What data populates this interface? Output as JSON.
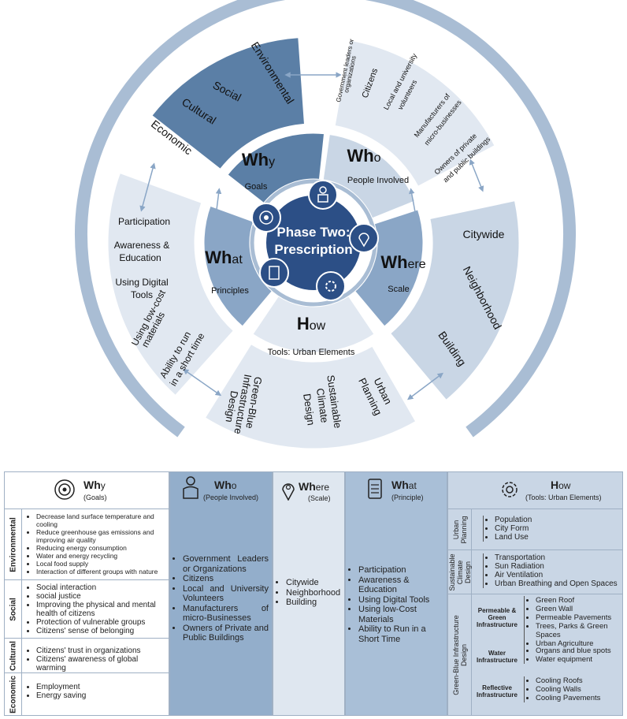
{
  "center": {
    "line1": "Phase Two:",
    "line2": "Prescription"
  },
  "wheel": {
    "why": {
      "head": "Wh",
      "tail": "y",
      "sub": "Goals",
      "outer": [
        "Economic",
        "Cultural",
        "Social",
        "Environmental"
      ]
    },
    "who": {
      "head": "Wh",
      "tail": "o",
      "sub": "People Involved",
      "outer": [
        "Government leaders or",
        "organizations",
        "Citizens",
        "Local and university",
        "volunteers",
        "Manufacturers of",
        "micro-businesses",
        "Owners of private",
        "and public buildings"
      ]
    },
    "where": {
      "head": "Wh",
      "tail": "ere",
      "sub": "Scale",
      "outer": [
        "Citywide",
        "Neighborhood",
        "Building"
      ]
    },
    "how": {
      "head": "H",
      "tail": "ow",
      "sub": "Tools: Urban Elements",
      "outer": [
        "Urban",
        "Planning",
        "Sustainable",
        "Climate",
        "Design",
        "Green-Blue",
        "Infrastructure",
        "Design"
      ]
    },
    "what": {
      "head": "Wh",
      "tail": "at",
      "sub": "Principles",
      "outer": [
        "Participation",
        "Awareness &",
        "Education",
        "Using Digital",
        "Tools",
        "Using  low-cost",
        "materials",
        "Ability to run",
        "in a short time"
      ]
    }
  },
  "table": {
    "why": {
      "head": "Wh",
      "tail": "y",
      "sub": "(Goals)",
      "groups": [
        {
          "label": "Environmental",
          "items": [
            "Decrease land surface temperature and cooling",
            "Reduce greenhouse gas emissions and improving air quality",
            "Reducing energy consumption",
            "Water and energy recycling",
            "Local food supply",
            "Interaction of different groups with nature"
          ]
        },
        {
          "label": "Social",
          "items": [
            "Social interaction",
            "social justice",
            "Improving the physical and mental health of citizens",
            "Protection of vulnerable groups",
            "Citizens' sense of belonging"
          ]
        },
        {
          "label": "Cultural",
          "items": [
            "Citizens' trust in organizations",
            "Citizens' awareness of global warming"
          ]
        },
        {
          "label": "Economic",
          "items": [
            "Employment",
            "Energy saving"
          ]
        }
      ]
    },
    "who": {
      "head": "Wh",
      "tail": "o",
      "sub": "(People Involved)",
      "items": [
        "Government Leaders or Organizations",
        "Citizens",
        "Local and University Volunteers",
        "Manufacturers of micro-Businesses",
        "Owners of Private and Public Buildings"
      ]
    },
    "where": {
      "head": "Wh",
      "tail": "ere",
      "sub": "(Scale)",
      "items": [
        "Citywide",
        "Neighborhood",
        "Building"
      ]
    },
    "what": {
      "head": "Wh",
      "tail": "at",
      "sub": "(Principle)",
      "items": [
        "Participation",
        "Awareness & Education",
        "Using Digital Tools",
        "Using low-Cost Materials",
        "Ability to Run in a Short Time"
      ]
    },
    "how": {
      "head": "H",
      "tail": "ow",
      "sub": "(Tools: Urban Elements)",
      "groups": [
        {
          "label": "Urban Planning",
          "items": [
            "Population",
            "City Form",
            "Land Use"
          ]
        },
        {
          "label": "Sustainable Climate Design",
          "items": [
            "Transportation",
            "Sun Radiation",
            "Air Ventilation",
            "Urban Breathing and Open Spaces"
          ]
        },
        {
          "label": "Green-Blue Infrastructure Design",
          "subs": [
            {
              "label": "Permeable & Green Infrastructure",
              "items": [
                "Green Roof",
                "Green Wall",
                "Permeable Pavements",
                "Trees, Parks & Green Spaces",
                "Urban Agriculture"
              ]
            },
            {
              "label": "Water Infrastructure",
              "items": [
                "Organs and blue spots",
                "Water equipment"
              ]
            },
            {
              "label": "Reflective Infrastructure",
              "items": [
                "Cooling Roofs",
                "Cooling Walls",
                "Cooling Pavements"
              ]
            }
          ]
        }
      ]
    }
  },
  "colors": {
    "dark": "#5b7fa6",
    "mid": "#8aa6c6",
    "light": "#c9d6e5",
    "pale": "#e1e8f1",
    "navy": "#2c4f86",
    "ring": "#a9bdd4"
  }
}
